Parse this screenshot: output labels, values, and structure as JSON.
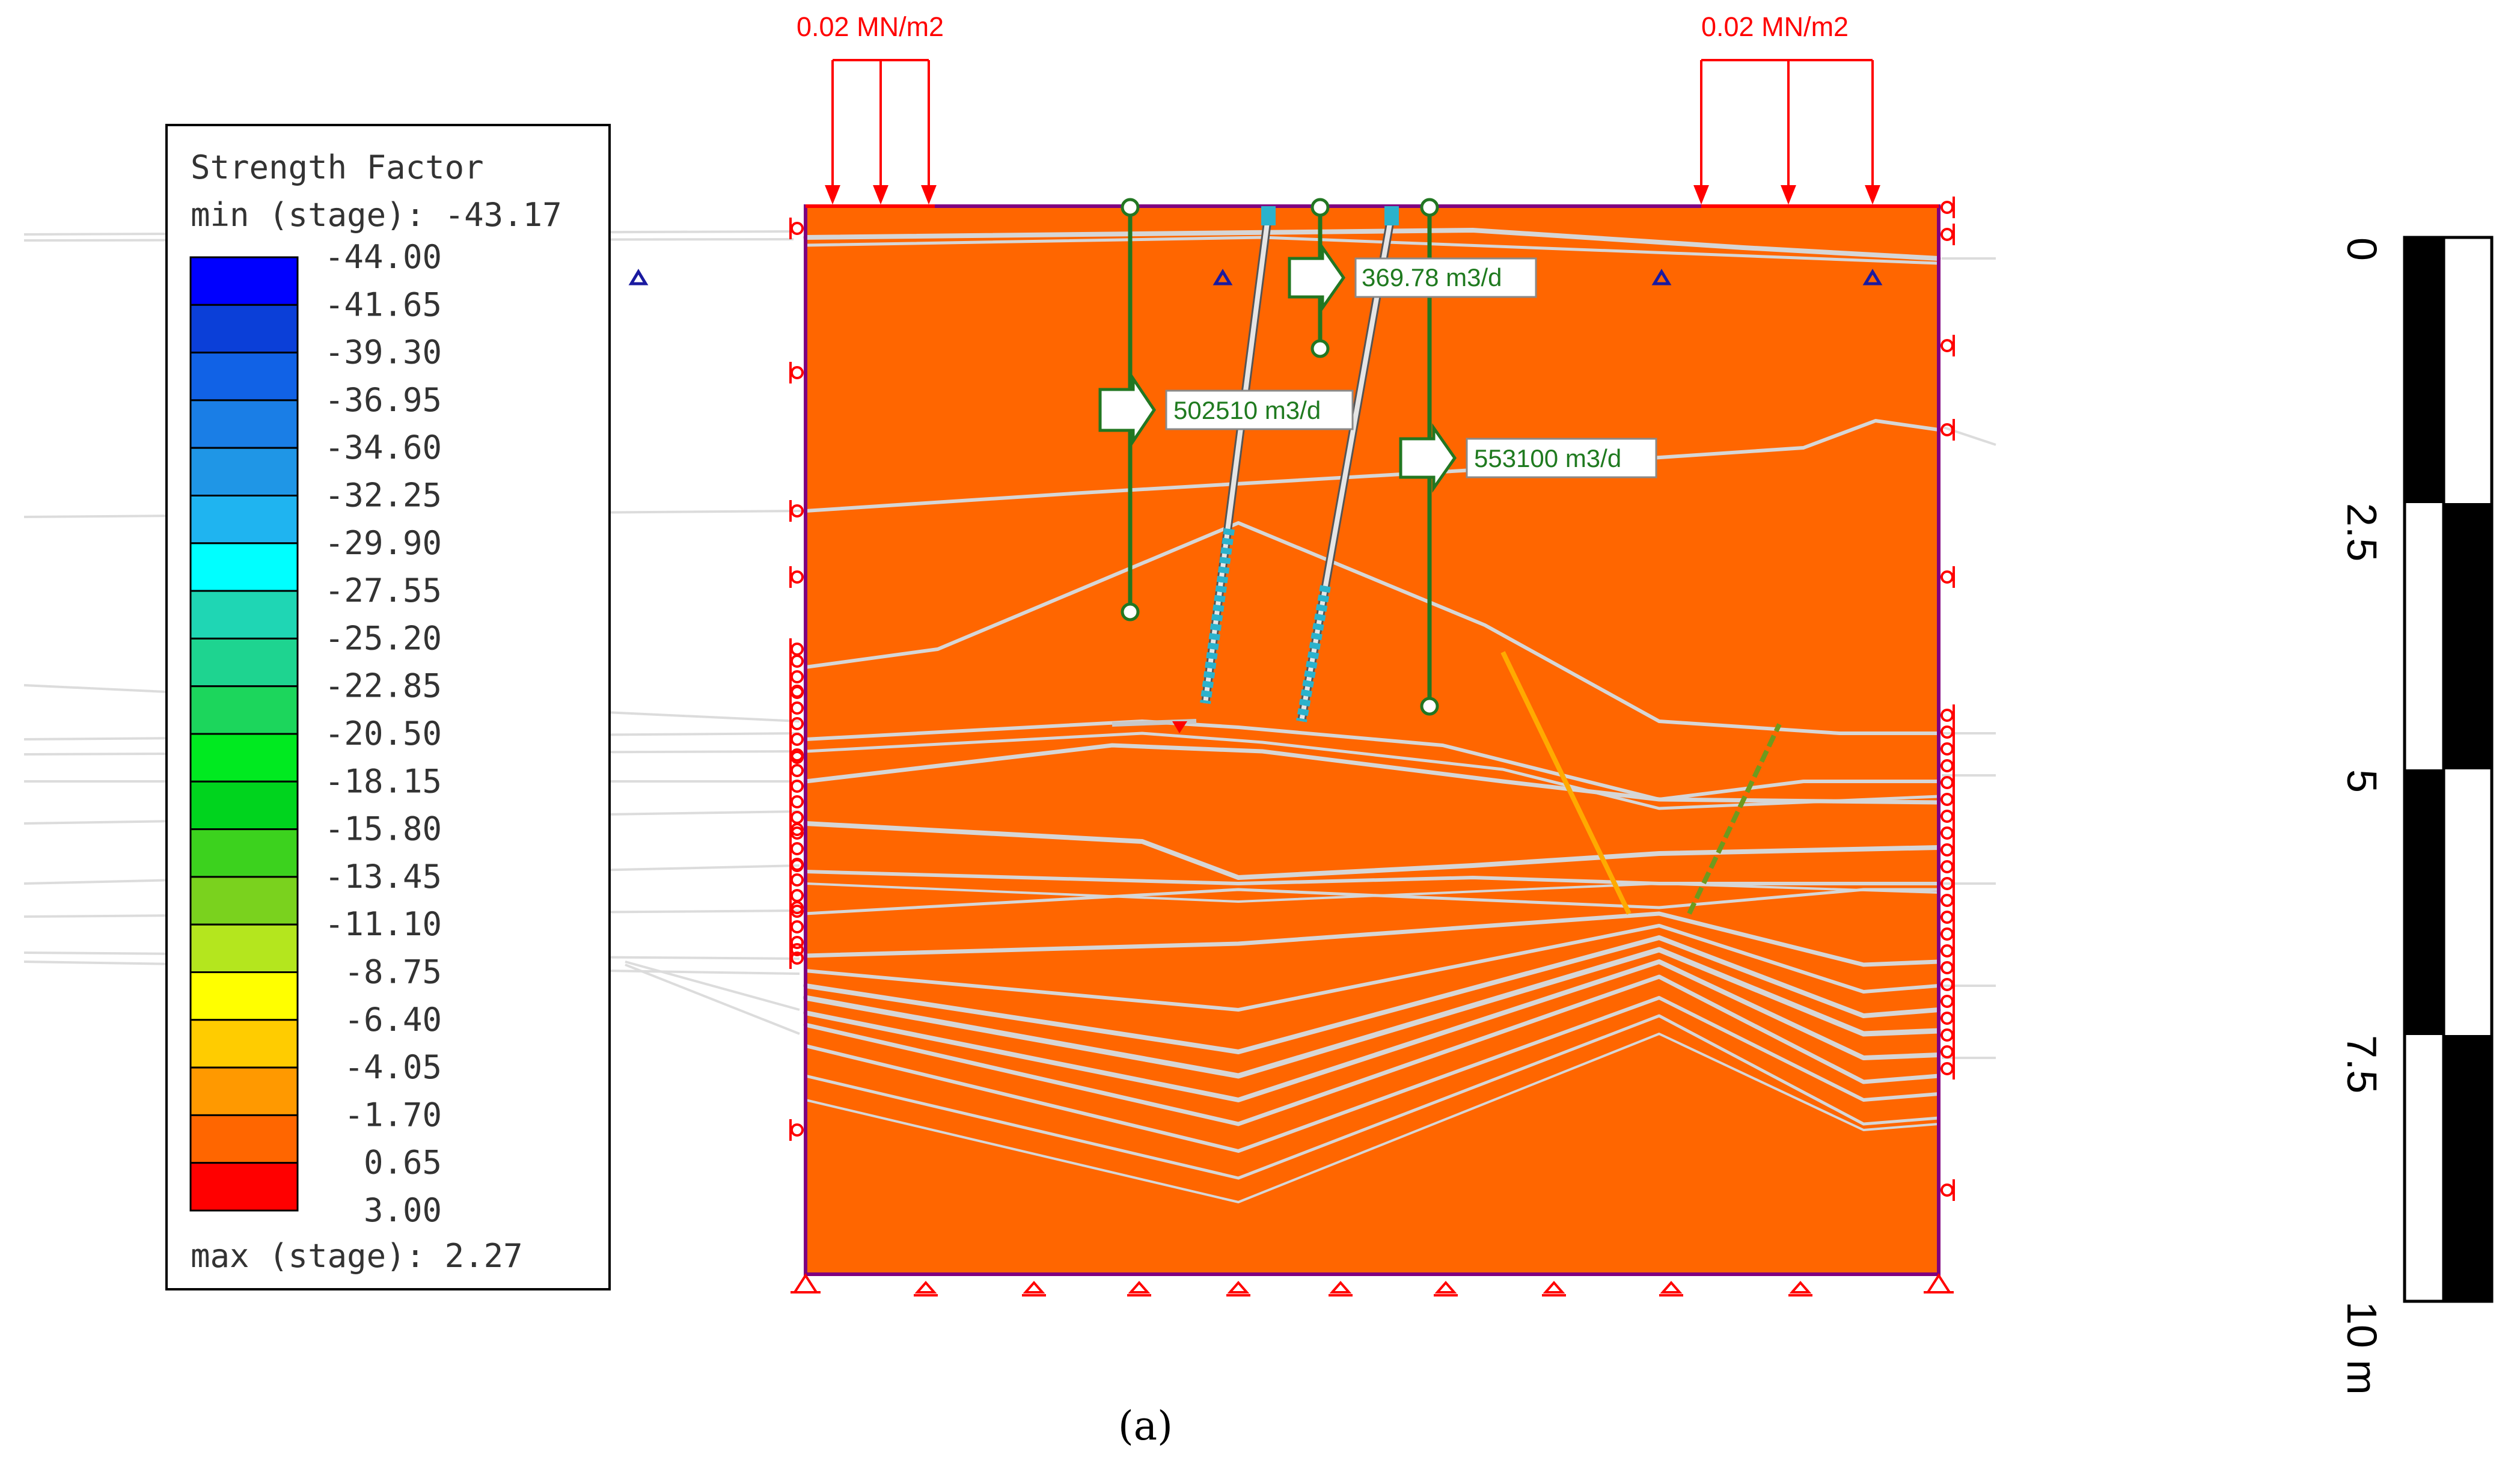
{
  "legend": {
    "title": "Strength Factor",
    "min_text": "min (stage): -43.17",
    "max_text": "max (stage): 2.27",
    "levels": [
      "-44.00",
      "-41.65",
      "-39.30",
      "-36.95",
      "-34.60",
      "-32.25",
      "-29.90",
      "-27.55",
      "-25.20",
      "-22.85",
      "-20.50",
      "-18.15",
      "-15.80",
      "-13.45",
      "-11.10",
      "-8.75",
      "-6.40",
      "-4.05",
      "-1.70",
      "0.65",
      "3.00"
    ],
    "colors": [
      "#0000ff",
      "#0b3fd8",
      "#1162e6",
      "#1a7ee6",
      "#1f96e6",
      "#1fb4f0",
      "#00ffff",
      "#1fd6b4",
      "#1ed490",
      "#1cd65c",
      "#00ea20",
      "#00d41e",
      "#3cd21e",
      "#7ad21e",
      "#b4e61e",
      "#ffff00",
      "#ffcc00",
      "#ff9900",
      "#ff6600",
      "#ff0000"
    ]
  },
  "loads": {
    "left_label": "0.02 MN/m2",
    "right_label": "0.02 MN/m2",
    "color": "#ff0000"
  },
  "wells": [
    {
      "label": "502510 m3/d"
    },
    {
      "label": "369.78 m3/d"
    },
    {
      "label": "553100 m3/d"
    }
  ],
  "model": {
    "fill_color": "#ff6600",
    "boundary_color": "#7f0080",
    "layer_line_color": "#d8d8d8",
    "well_color": "#227722",
    "bolt_color": "#2bb2cc"
  },
  "scale_bar": {
    "ticks": [
      "0",
      "2.5",
      "5",
      "7.5",
      "10 m"
    ]
  },
  "caption": "(a)"
}
